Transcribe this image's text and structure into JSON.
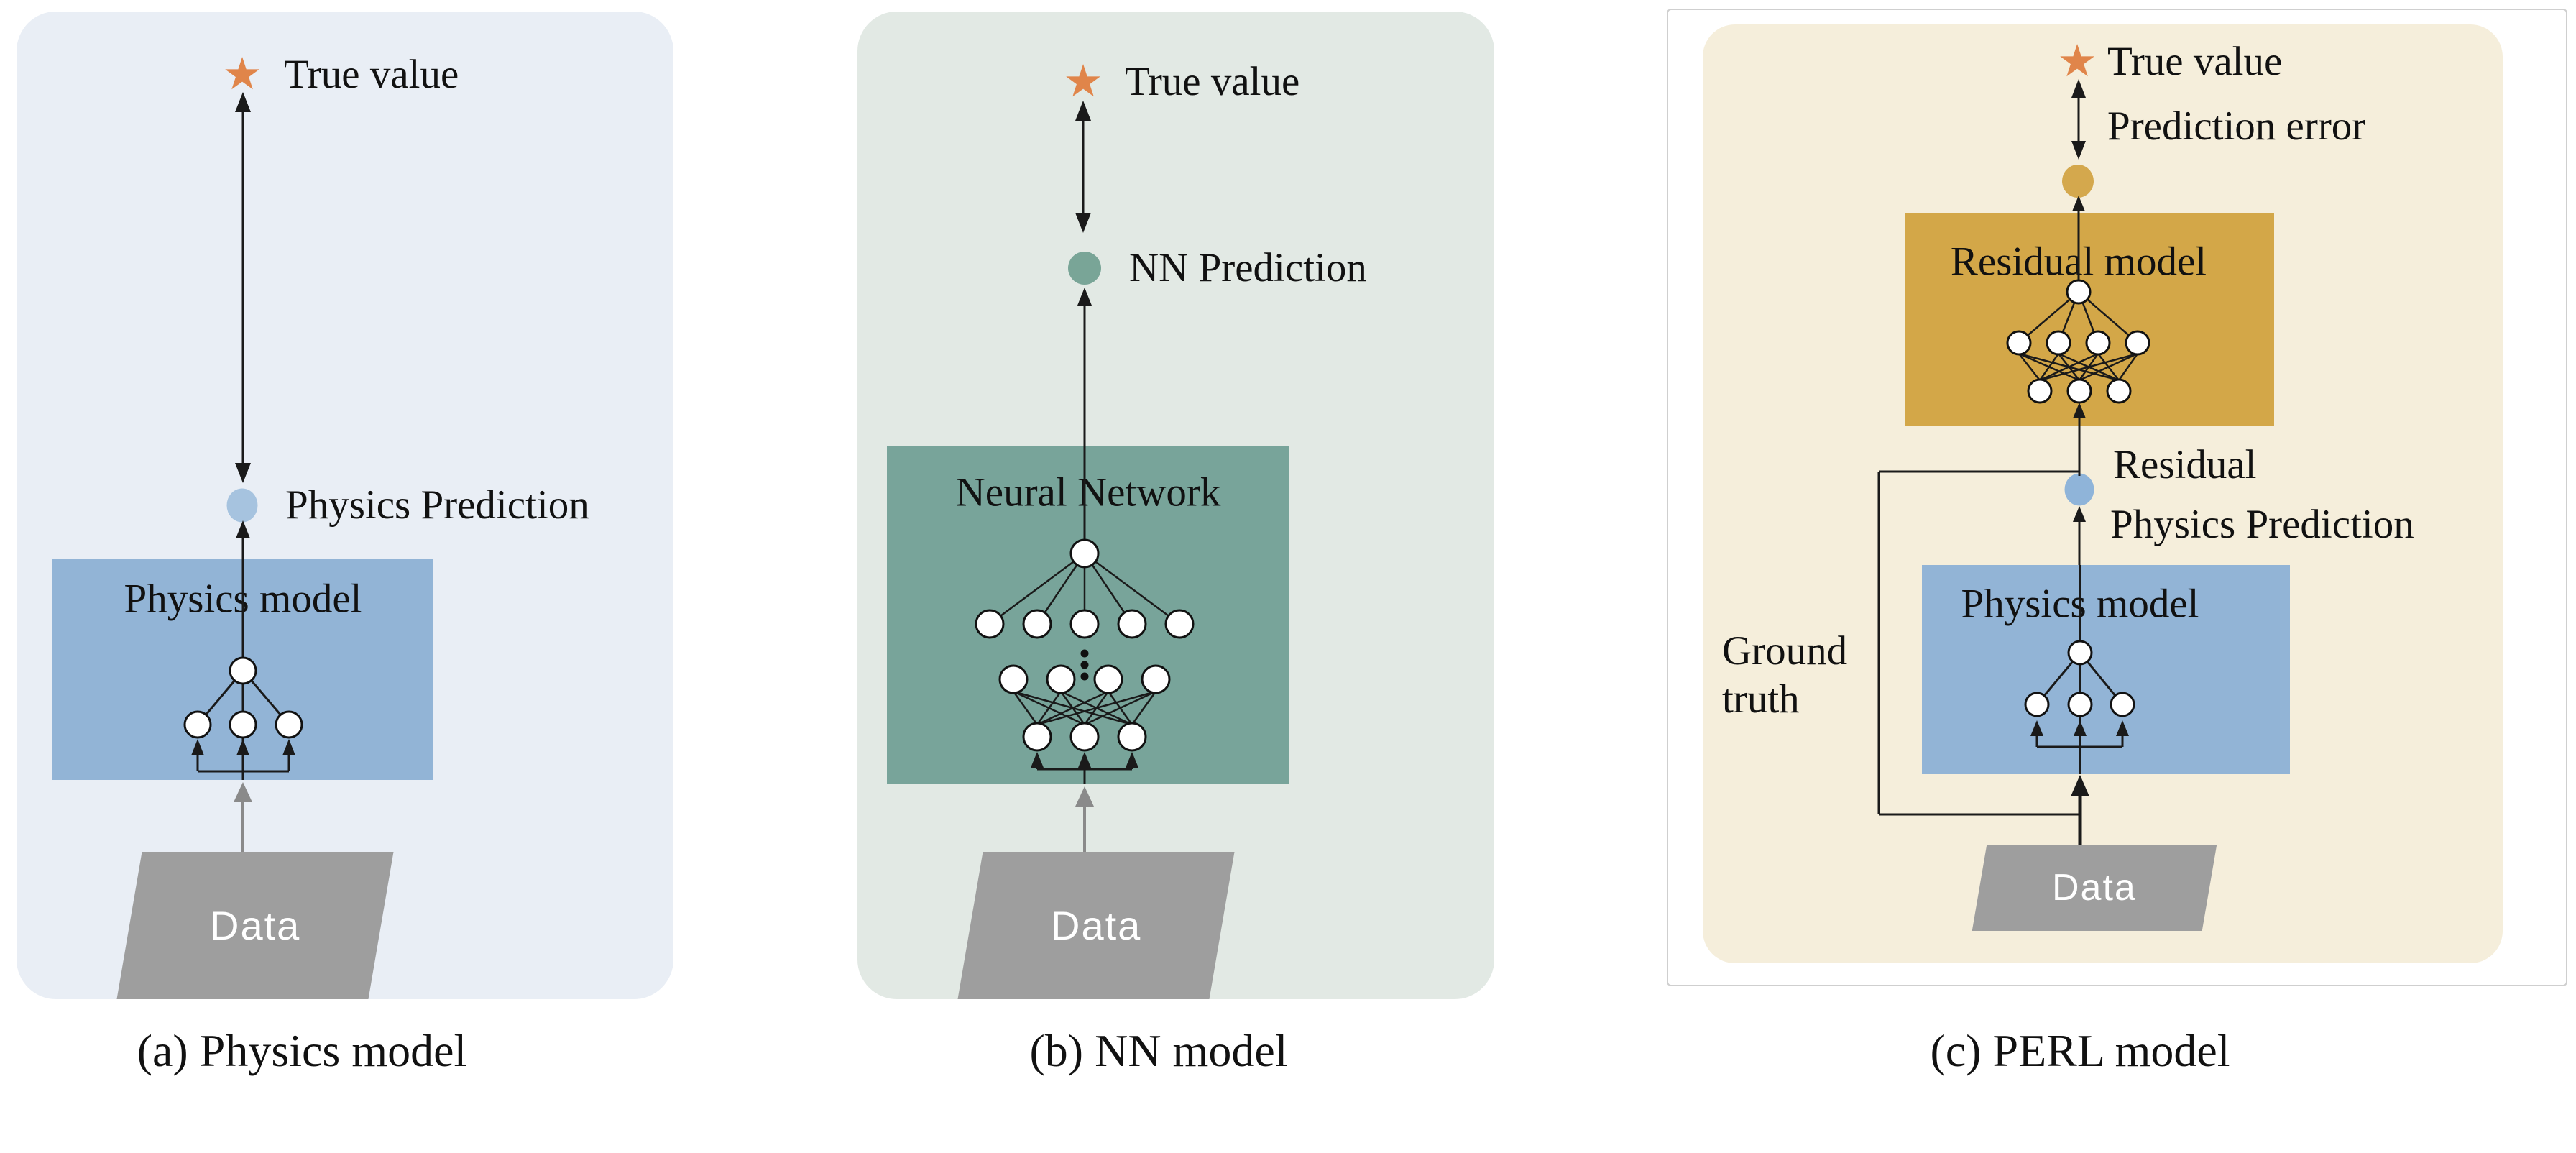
{
  "figure": {
    "type": "diagram",
    "description": "Comparison of three modeling approaches: physics model, neural network model, and physics-error-learning (PERL) residual model"
  },
  "icons": {
    "star_glyph": "★"
  },
  "colors": {
    "star_orange": "#E0854A",
    "panel_a_bg": "#E9EEF5",
    "panel_b_bg": "#E2E9E4",
    "panel_c_bg": "#F5EEDB",
    "card_border": "#CFCFCF",
    "physics_box_blue": "#92B4D6",
    "nn_box_teal": "#78A49A",
    "residual_box_gold": "#D3A748",
    "physics_prediction_circle": "#A6C3DF",
    "nn_prediction_circle": "#79A597",
    "prediction_error_circle": "#D4A84D",
    "residual_point_circle": "#8FB4D9",
    "data_gray": "#9E9E9E",
    "arrow_gray": "#8A8A8A",
    "line_black": "#1A1A1A"
  },
  "panels": {
    "a": {
      "caption": "(a) Physics model",
      "true_value_label": "True value",
      "prediction_label": "Physics Prediction",
      "box_label": "Physics model",
      "data_label": "Data"
    },
    "b": {
      "caption": "(b) NN model",
      "true_value_label": "True value",
      "prediction_label": "NN Prediction",
      "box_label": "Neural Network",
      "data_label": "Data"
    },
    "c": {
      "caption": "(c) PERL model",
      "true_value_label": "True value",
      "prediction_error_label": "Prediction error",
      "residual_box_label": "Residual model",
      "residual_label": "Residual",
      "physics_prediction_label": "Physics Prediction",
      "physics_box_label": "Physics model",
      "ground_truth_label": "Ground truth",
      "data_label": "Data"
    }
  }
}
